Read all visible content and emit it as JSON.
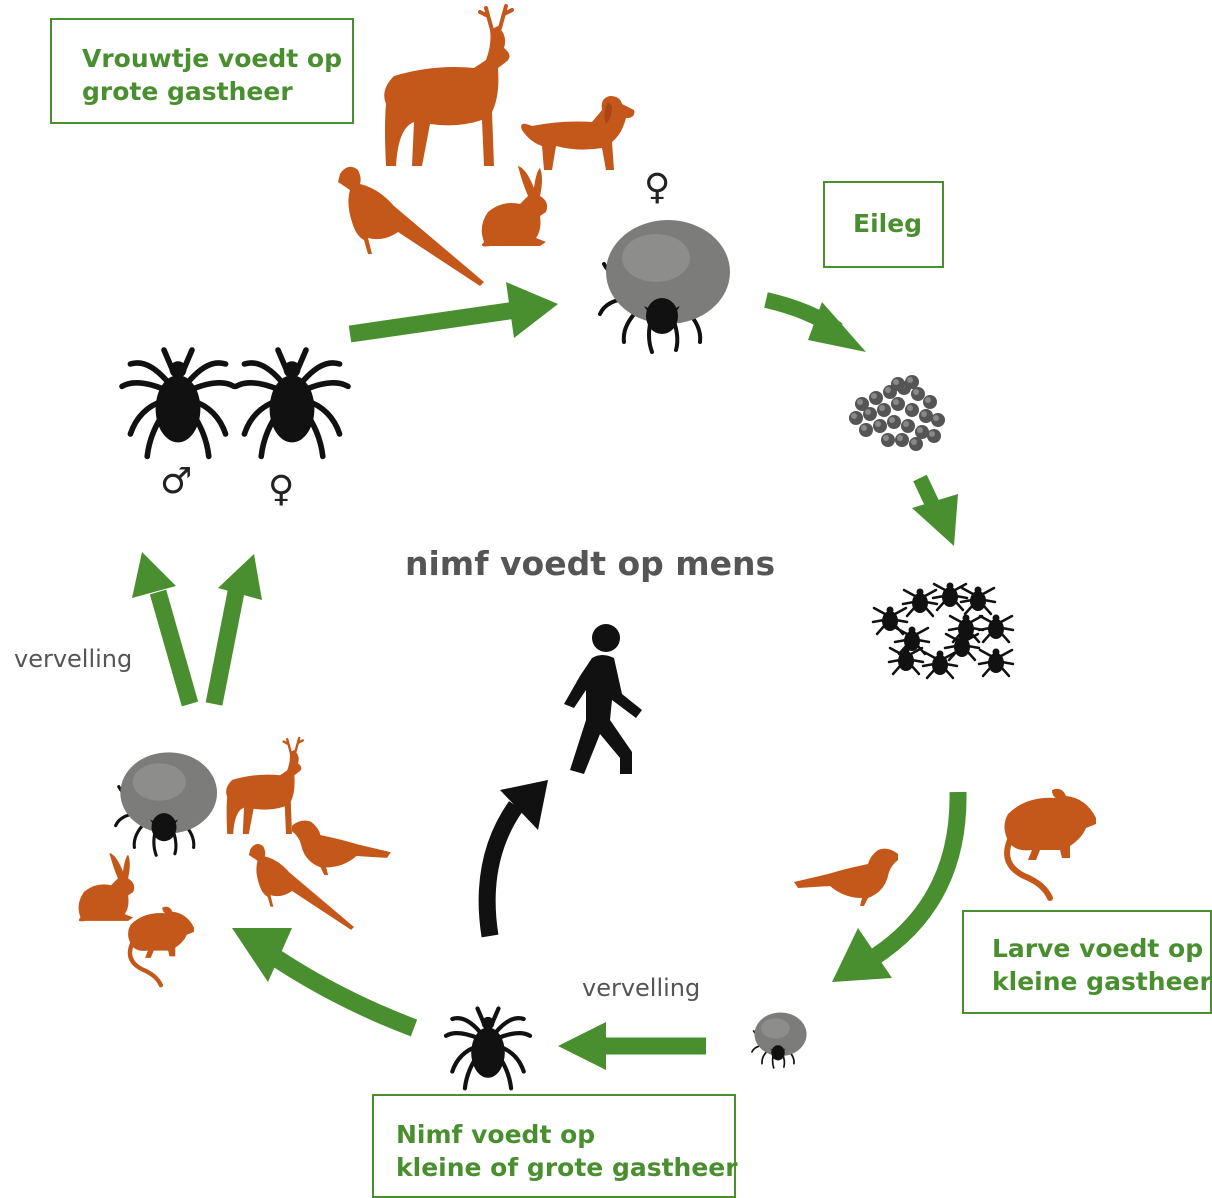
{
  "boxes": {
    "female_feeds": [
      "Vrouwtje voedt op",
      "grote gastheer"
    ],
    "egg_laying": [
      "Eileg"
    ],
    "larva_feeds": [
      "Larve voedt op",
      "kleine gastheer"
    ],
    "nymph_feeds": [
      "Nimf voedt op",
      "kleine of grote gastheer"
    ]
  },
  "labels": {
    "center": "nimf voedt op mens",
    "molting_left": "vervelling",
    "molting_bottom": "vervelling"
  },
  "symbols": {
    "female_top": "♀",
    "male": "♂",
    "female_adult": "♀"
  },
  "colors": {
    "arrow_green": "#4a8f2f",
    "animal_orange": "#c4571a",
    "tick_black": "#111111",
    "engorged_gray": "#7c7c7a"
  },
  "icons": [
    "deer-icon",
    "dog-icon",
    "rabbit-icon",
    "pheasant-icon",
    "mouse-icon",
    "bird-icon",
    "tick-icon",
    "egg-cluster-icon",
    "walking-person-icon"
  ]
}
